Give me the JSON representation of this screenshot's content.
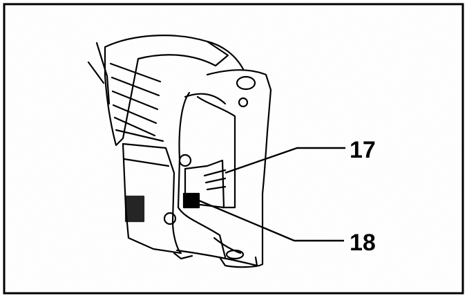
{
  "figure": {
    "callouts": [
      {
        "id": "17",
        "label": "17"
      },
      {
        "id": "18",
        "label": "18"
      }
    ]
  }
}
